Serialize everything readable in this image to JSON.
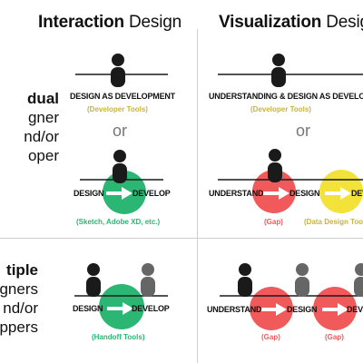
{
  "colors": {
    "green": "#2bb673",
    "red": "#f05a5a",
    "yellow": "#f2e23a",
    "tool_yellow": "#c8b33c",
    "dark": "#1a1a1a",
    "gray_person": "#666666"
  },
  "headers": {
    "interaction": {
      "bold": "Interaction",
      "rest": " Design"
    },
    "visualization": {
      "bold": "Visualization",
      "rest": " Design"
    }
  },
  "rows": {
    "individual": {
      "lines": [
        "dual",
        "gner",
        "nd/or",
        "oper"
      ]
    },
    "multiple": {
      "lines": [
        "tiple",
        "gners",
        "nd/or",
        "oppers"
      ]
    }
  },
  "interaction": {
    "top": {
      "caption": "DESIGN AS DEVELOPMENT",
      "tools": "(Developer Tools)"
    },
    "or": "or",
    "middle": {
      "design": "DESIGN",
      "develop": "DEVELOP",
      "tools": "(Sketch, Adobe XD, etc.)"
    },
    "bottom": {
      "design": "DESIGN",
      "develop": "DEVELOP",
      "tools": "(Handoff Tools)"
    }
  },
  "visualization": {
    "top": {
      "caption": "UNDERSTANDING & DESIGN AS DEVELOP",
      "tools": "(Developer Tools)"
    },
    "or": "or",
    "middle": {
      "understand": "UNDERSTAND",
      "design": "DESIGN",
      "develop": "DEV",
      "gap": "(Gap)",
      "tools": "(Data Design Too"
    },
    "bottom": {
      "understand": "UNDERSTAND",
      "design": "DESIGN",
      "develop": "DEVELO",
      "gap1": "(Gap)",
      "gap2": "(Gap)"
    }
  }
}
